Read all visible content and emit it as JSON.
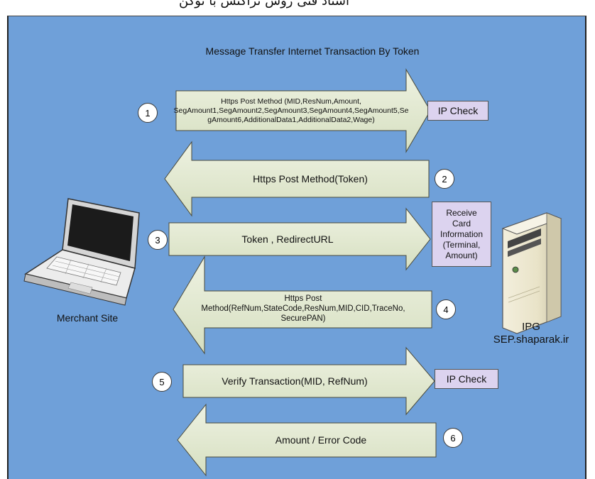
{
  "header_text": "اسناد فنی روش تراکنش با توکن",
  "diagram_title": "Message Transfer Internet Transaction By Token",
  "steps": [
    {
      "number": "1",
      "text": "Https Post Method (MID,ResNum,Amount,\nSegAmount1,SegAmount2,SegAmount3,SegAmount4,SegAmount5,Se\ngAmount6,AdditionalData1,AdditionalData2,Wage)",
      "direction": "right"
    },
    {
      "number": "2",
      "text": "Https Post Method(Token)",
      "direction": "left"
    },
    {
      "number": "3",
      "text": "Token , RedirectURL",
      "direction": "right"
    },
    {
      "number": "4",
      "text": "Https Post\nMethod(RefNum,StateCode,ResNum,MID,CID,TraceNo,\nSecurePAN)",
      "direction": "left"
    },
    {
      "number": "5",
      "text": "Verify Transaction(MID, RefNum)",
      "direction": "right"
    },
    {
      "number": "6",
      "text": "Amount  /  Error Code",
      "direction": "left"
    }
  ],
  "boxes": {
    "ip_check_1": "IP Check",
    "receive_card": "Receive\nCard\nInformation\n(Terminal,\nAmount)",
    "ip_check_2": "IP Check"
  },
  "merchant_label": "Merchant Site",
  "server_label": "IPG\nSEP.shaparak.ir",
  "colors": {
    "background": "#6fa0d9",
    "arrow_fill": "#e4ead4",
    "box_fill": "#dcd3ef"
  }
}
